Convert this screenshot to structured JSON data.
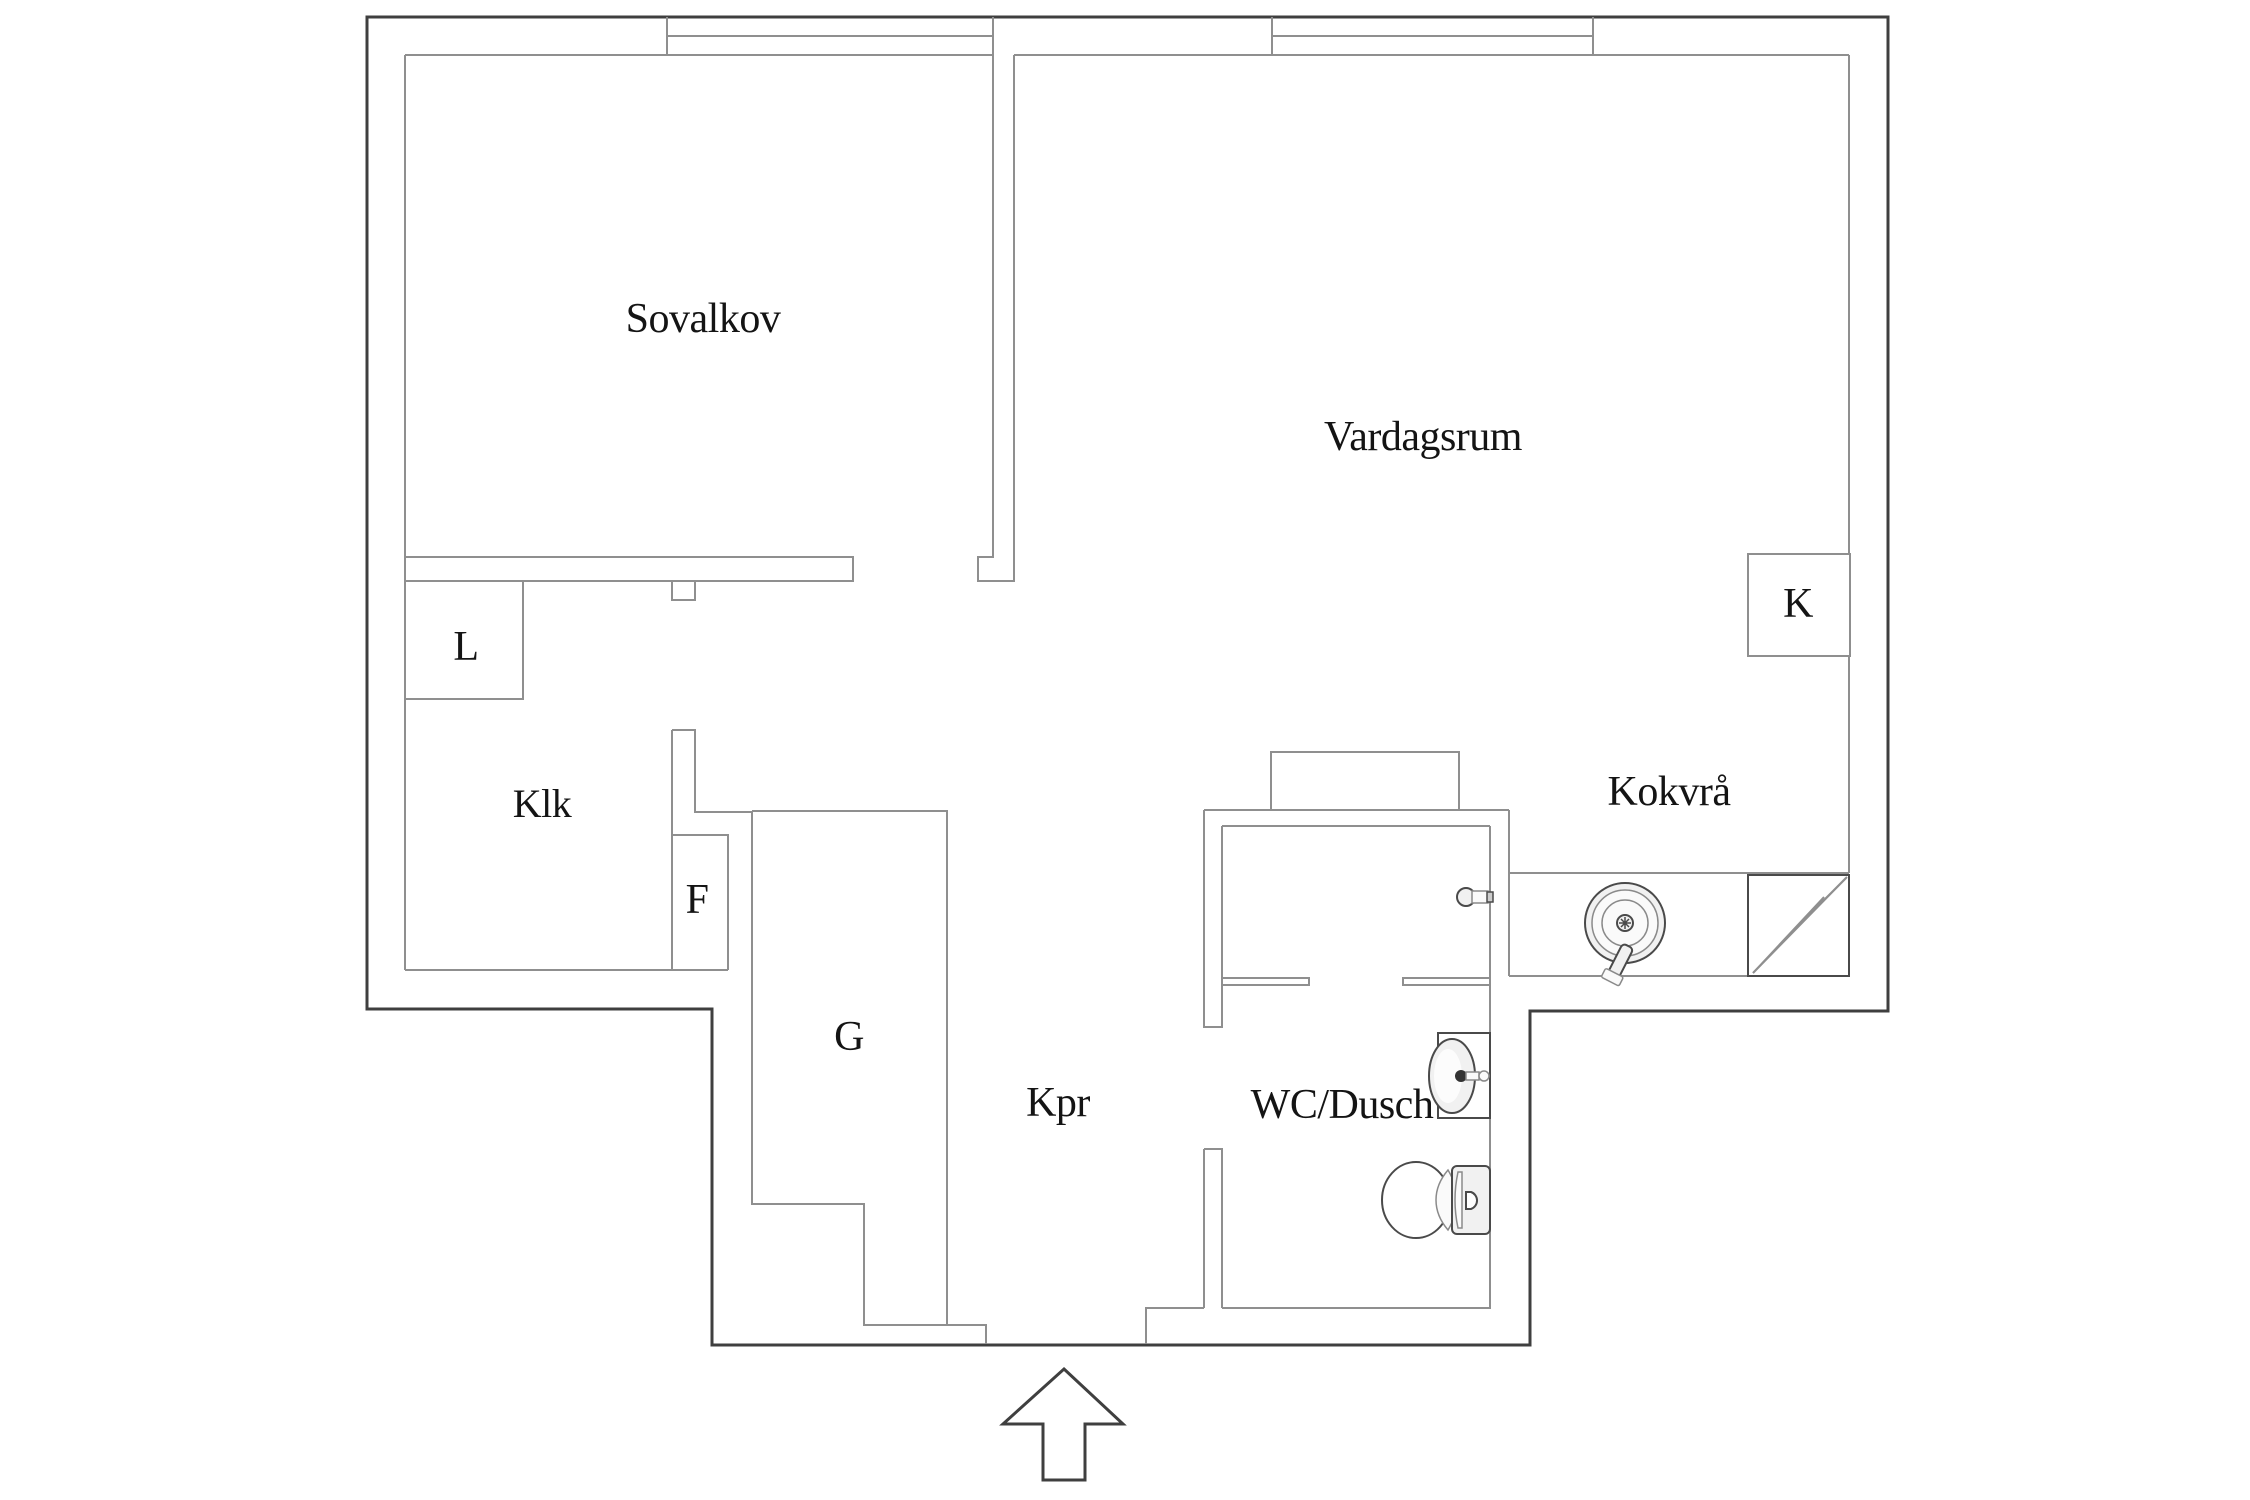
{
  "plan": {
    "rooms": {
      "sovalkov": "Sovalkov",
      "vardagsrum": "Vardagsrum",
      "klk": "Klk",
      "kpr": "Kpr",
      "wc_dusch": "WC/Dusch",
      "kokvra": "Kokvrå"
    },
    "closets": {
      "g": "G",
      "l": "L",
      "f": "F",
      "k": "K"
    },
    "colors": {
      "exterior_wall": "#3f3f3f",
      "interior_wall": "#8f8f8f",
      "label_text": "#141414",
      "background": "#ffffff"
    }
  }
}
